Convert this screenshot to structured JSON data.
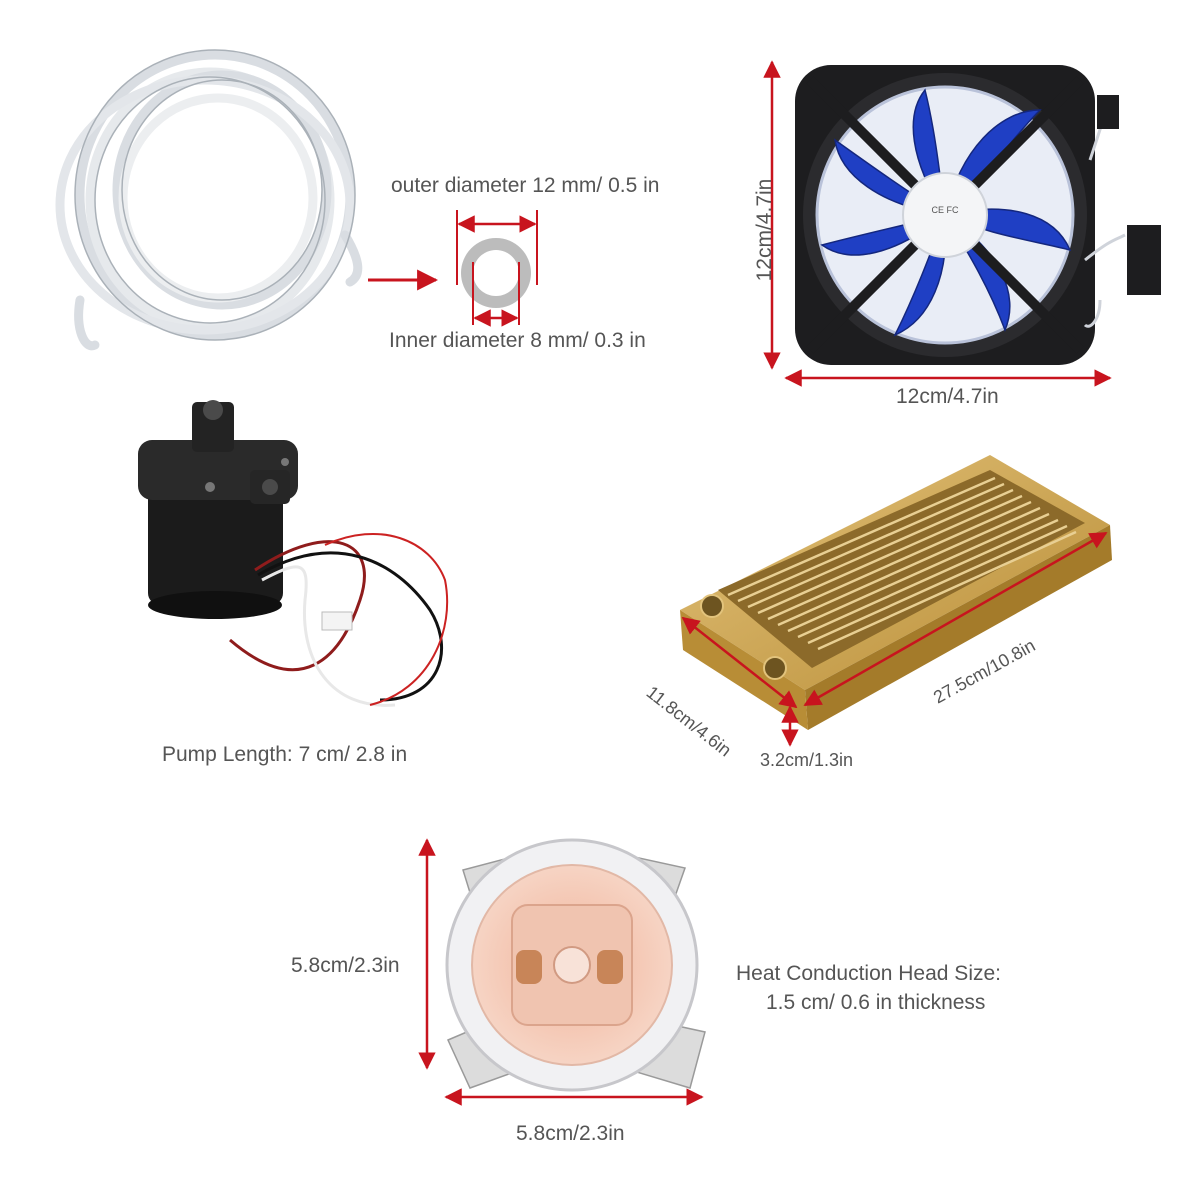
{
  "tube": {
    "outer_label": "outer diameter 12 mm/ 0.5 in",
    "inner_label": "Inner diameter 8 mm/ 0.3 in"
  },
  "fan": {
    "height_label": "12cm/4.7in",
    "width_label": "12cm/4.7in",
    "hub_marks": "CE FC",
    "blade_color": "#1f3fc4"
  },
  "pump": {
    "length_label": "Pump Length: 7 cm/ 2.8 in"
  },
  "radiator": {
    "width_label": "11.8cm/4.6in",
    "length_label": "27.5cm/10.8in",
    "thickness_label": "3.2cm/1.3in",
    "frame_color": "#c9a24a"
  },
  "cpu_block": {
    "height_label": "5.8cm/2.3in",
    "width_label": "5.8cm/2.3in",
    "size_title": "Heat Conduction Head Size:",
    "thickness_label": "1.5 cm/ 0.6 in thickness"
  },
  "arrow_color": "#c8141e"
}
